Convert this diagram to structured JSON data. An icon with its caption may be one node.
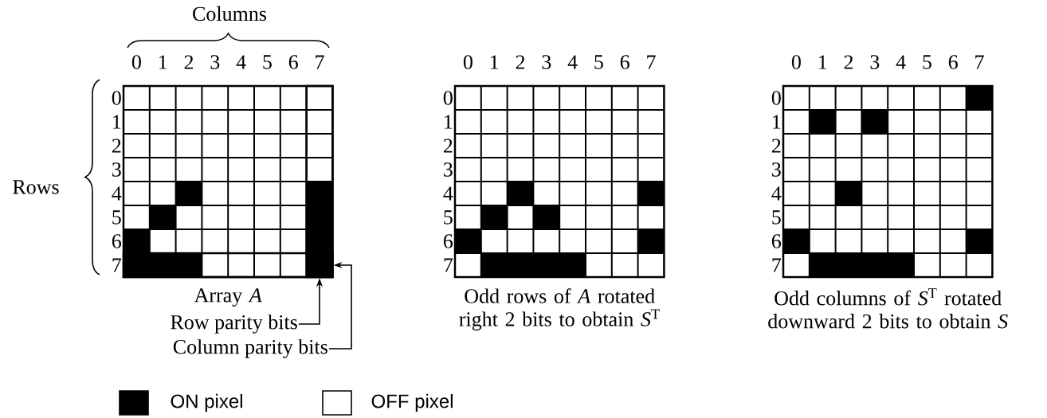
{
  "diagram": {
    "nodes": [
      {
        "text": [],
        "shape": "grid",
        "beside": [
          "Array *A*"
        ]
      },
      {
        "text": [],
        "shape": "bar",
        "in": 0
      },
      {
        "text": [],
        "shape": "bar",
        "in": 0
      },
      {
        "text": [
          "Row parity bits"
        ]
      },
      {
        "text": [
          "Column parity bits"
        ]
      },
      {
        "text": [],
        "shape": "grid",
        "beside": [
          "Odd rows of *A* rotated right 2 bits to obtain *S*$^{T}$"
        ]
      },
      {
        "text": [],
        "shape": "grid",
        "beside": [
          "Odd columns of *S*$^{T}$ rotated downward 2 bits to obtain *S*"
        ]
      }
    ],
    "edges": [
      {
        "from": 3,
        "to": 1,
        "arrow": "to"
      },
      {
        "from": 4,
        "to": 2,
        "arrow": "to"
      }
    ],
    "labels": [
      "Columns",
      "0",
      "1",
      "2",
      "3",
      "4",
      "5",
      "6",
      "7",
      "Rows",
      "0",
      "1",
      "2",
      "3",
      "4",
      "5",
      "6",
      "7",
      "0",
      "1",
      "2",
      "3",
      "4",
      "5",
      "6",
      "7",
      "0",
      "1",
      "2",
      "3",
      "4",
      "5",
      "6",
      "7",
      "0",
      "1",
      "2",
      "3",
      "4",
      "5",
      "6",
      "7",
      "0",
      "1",
      "2",
      "3",
      "4",
      "5",
      "6",
      "7"
    ],
    "legend": [
      {
        "text": "ON pixel",
        "color": "#000000"
      },
      {
        "text": "OFF pixel"
      }
    ]
  }
}
